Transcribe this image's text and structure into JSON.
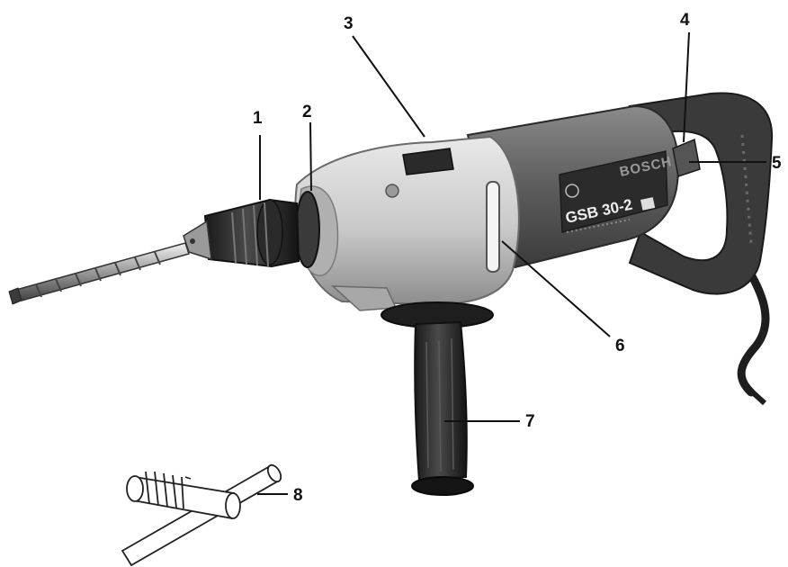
{
  "brand_text": "BOSCH",
  "model_text": "GSB 30-2",
  "callouts": [
    {
      "id": "1",
      "label": "1"
    },
    {
      "id": "2",
      "label": "2"
    },
    {
      "id": "3",
      "label": "3"
    },
    {
      "id": "4",
      "label": "4"
    },
    {
      "id": "5",
      "label": "5"
    },
    {
      "id": "6",
      "label": "6"
    },
    {
      "id": "7",
      "label": "7"
    },
    {
      "id": "8",
      "label": "8"
    }
  ]
}
